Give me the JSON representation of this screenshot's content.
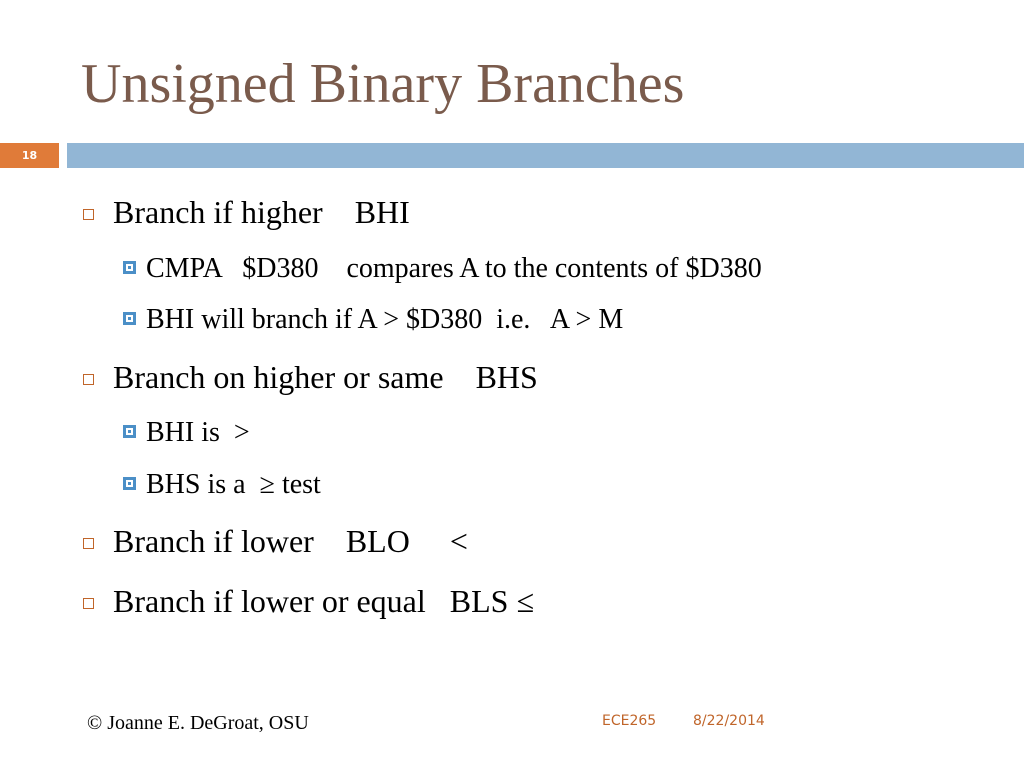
{
  "slide": {
    "title": "Unsigned Binary Branches",
    "number": "18",
    "accent_color": "#92b6d5",
    "number_bar_color": "#e07b39",
    "title_color": "#7a5b4c"
  },
  "bullets": [
    {
      "level": 1,
      "text": "Branch if higher    BHI"
    },
    {
      "level": 2,
      "text": "CMPA   $D380    compares A to the contents of $D380"
    },
    {
      "level": 2,
      "text": "BHI will branch if A > $D380  i.e.   A > M"
    },
    {
      "level": 1,
      "text": "Branch on higher or same    BHS"
    },
    {
      "level": 2,
      "text": "BHI is  >"
    },
    {
      "level": 2,
      "text": "BHS is a  ≥ test"
    },
    {
      "level": 1,
      "text": "Branch if lower    BLO     <"
    },
    {
      "level": 1,
      "text": "Branch if lower or equal   BLS ≤"
    }
  ],
  "footer": {
    "copyright": "© Joanne E. DeGroat, OSU",
    "course": "ECE265",
    "date": "8/22/2014"
  }
}
